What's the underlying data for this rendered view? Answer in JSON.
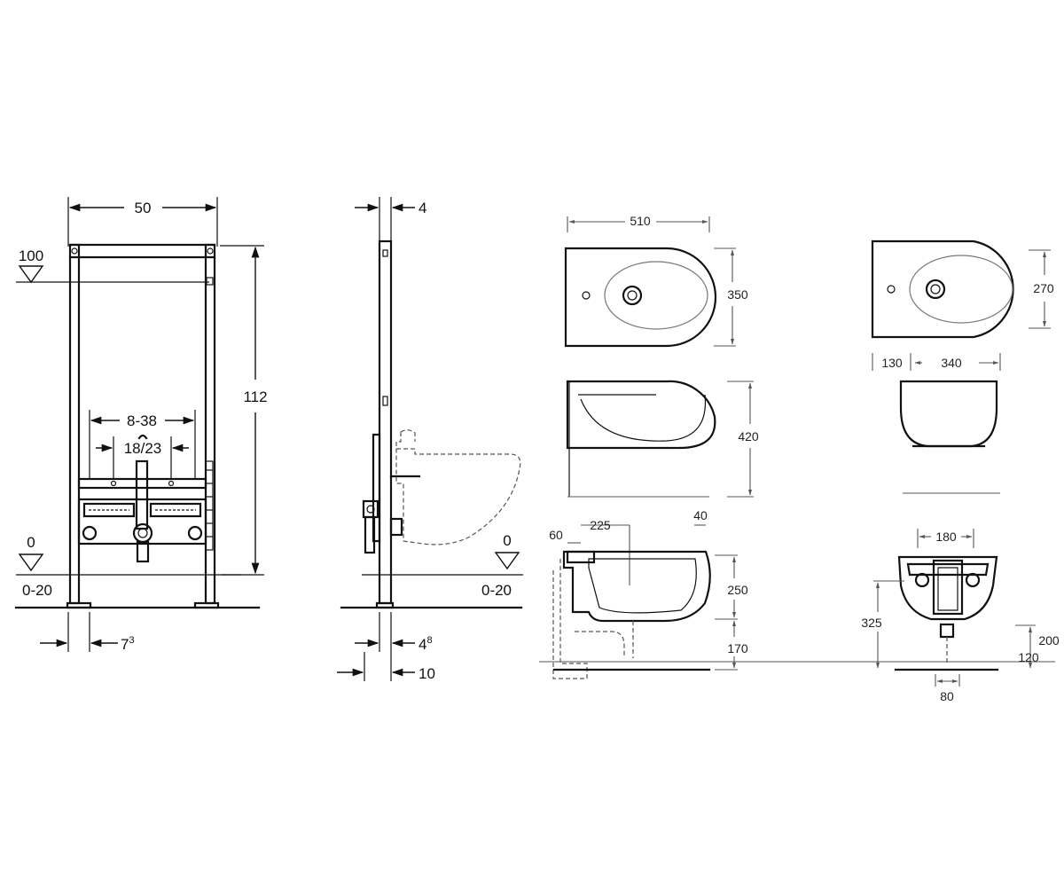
{
  "frame_front": {
    "width": "50",
    "height": "112",
    "level_top": "100",
    "level_zero": "0",
    "floor_range": "0-20",
    "feet_offset": "7",
    "feet_offset_sup": "3",
    "fixing_range": "8-38",
    "water_spacing": "18/23"
  },
  "frame_side": {
    "depth_top": "4",
    "level_zero": "0",
    "floor_range": "0-20",
    "feet_depth": "4",
    "feet_depth_sup": "8",
    "total_depth": "10"
  },
  "bidet_views": {
    "top_length": "510",
    "top_width_a": "350",
    "top_width_b": "270",
    "rear_offset": "130",
    "bowl_length": "340",
    "height": "420",
    "outlet_depth": "225",
    "inlet_offset": "60",
    "rim_thickness": "40",
    "bowl_height": "250",
    "floor_clearance": "170",
    "outlet_width": "180",
    "outlet_height": "325",
    "drain_height_a": "200",
    "drain_height_b": "120",
    "drain_width": "80"
  }
}
